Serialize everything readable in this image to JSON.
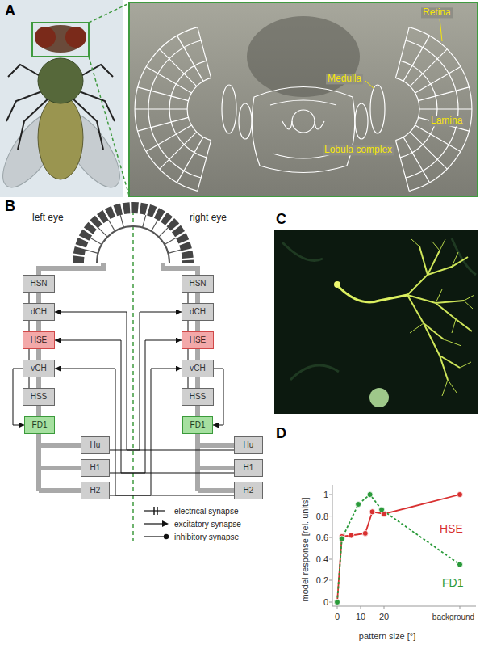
{
  "diagram": {
    "nodes": [
      {
        "text": [
          "HSN"
        ]
      },
      {
        "text": [
          "dCH"
        ]
      },
      {
        "text": [
          "HSE"
        ]
      },
      {
        "text": [
          "vCH"
        ]
      },
      {
        "text": [
          "HSS"
        ]
      },
      {
        "text": [
          "FD1"
        ]
      },
      {
        "text": [
          "Hu"
        ]
      },
      {
        "text": [
          "H1"
        ]
      },
      {
        "text": [
          "H2"
        ]
      },
      {
        "text": [
          "HSN"
        ]
      },
      {
        "text": [
          "dCH"
        ]
      },
      {
        "text": [
          "HSE"
        ]
      },
      {
        "text": [
          "vCH"
        ]
      },
      {
        "text": [
          "HSS"
        ]
      },
      {
        "text": [
          "FD1"
        ]
      },
      {
        "text": [
          "Hu"
        ]
      },
      {
        "text": [
          "H1"
        ]
      },
      {
        "text": [
          "H2"
        ]
      }
    ],
    "edges": [
      {
        "from": 0,
        "to": 1,
        "arrow": "none"
      },
      {
        "from": 1,
        "to": 2,
        "arrow": "none"
      },
      {
        "from": 2,
        "to": 3,
        "arrow": "none"
      },
      {
        "from": 3,
        "to": 4,
        "arrow": "none"
      },
      {
        "from": 3,
        "to": 5,
        "arrow": "to"
      },
      {
        "from": 9,
        "to": 10,
        "arrow": "none"
      },
      {
        "from": 10,
        "to": 11,
        "arrow": "none"
      },
      {
        "from": 11,
        "to": 12,
        "arrow": "none"
      },
      {
        "from": 12,
        "to": 13,
        "arrow": "none"
      },
      {
        "from": 12,
        "to": 14,
        "arrow": "to"
      },
      {
        "from": 6,
        "to": 10,
        "arrow": "to"
      },
      {
        "from": 7,
        "to": 11,
        "arrow": "to"
      },
      {
        "from": 8,
        "to": 12,
        "arrow": "to"
      },
      {
        "from": 15,
        "to": 1,
        "arrow": "to"
      },
      {
        "from": 16,
        "to": 2,
        "arrow": "to"
      },
      {
        "from": 17,
        "to": 3,
        "arrow": "to"
      }
    ],
    "labels": [
      "A",
      "Retina",
      "Medulla",
      "Lamina",
      "Lobula complex",
      "B",
      "left eye",
      "right eye",
      "C",
      "D",
      "1",
      "0.8",
      "0.6",
      "0.4",
      "0.2",
      "0",
      "0",
      "10",
      "20",
      "background",
      "model response [rel. units]",
      "pattern size [°]",
      "HSE",
      "FD1"
    ],
    "legend": [
      {
        "text": "electrical synapse"
      },
      {
        "text": "excitatory synapse"
      },
      {
        "text": "inhibitory synapse"
      }
    ]
  }
}
